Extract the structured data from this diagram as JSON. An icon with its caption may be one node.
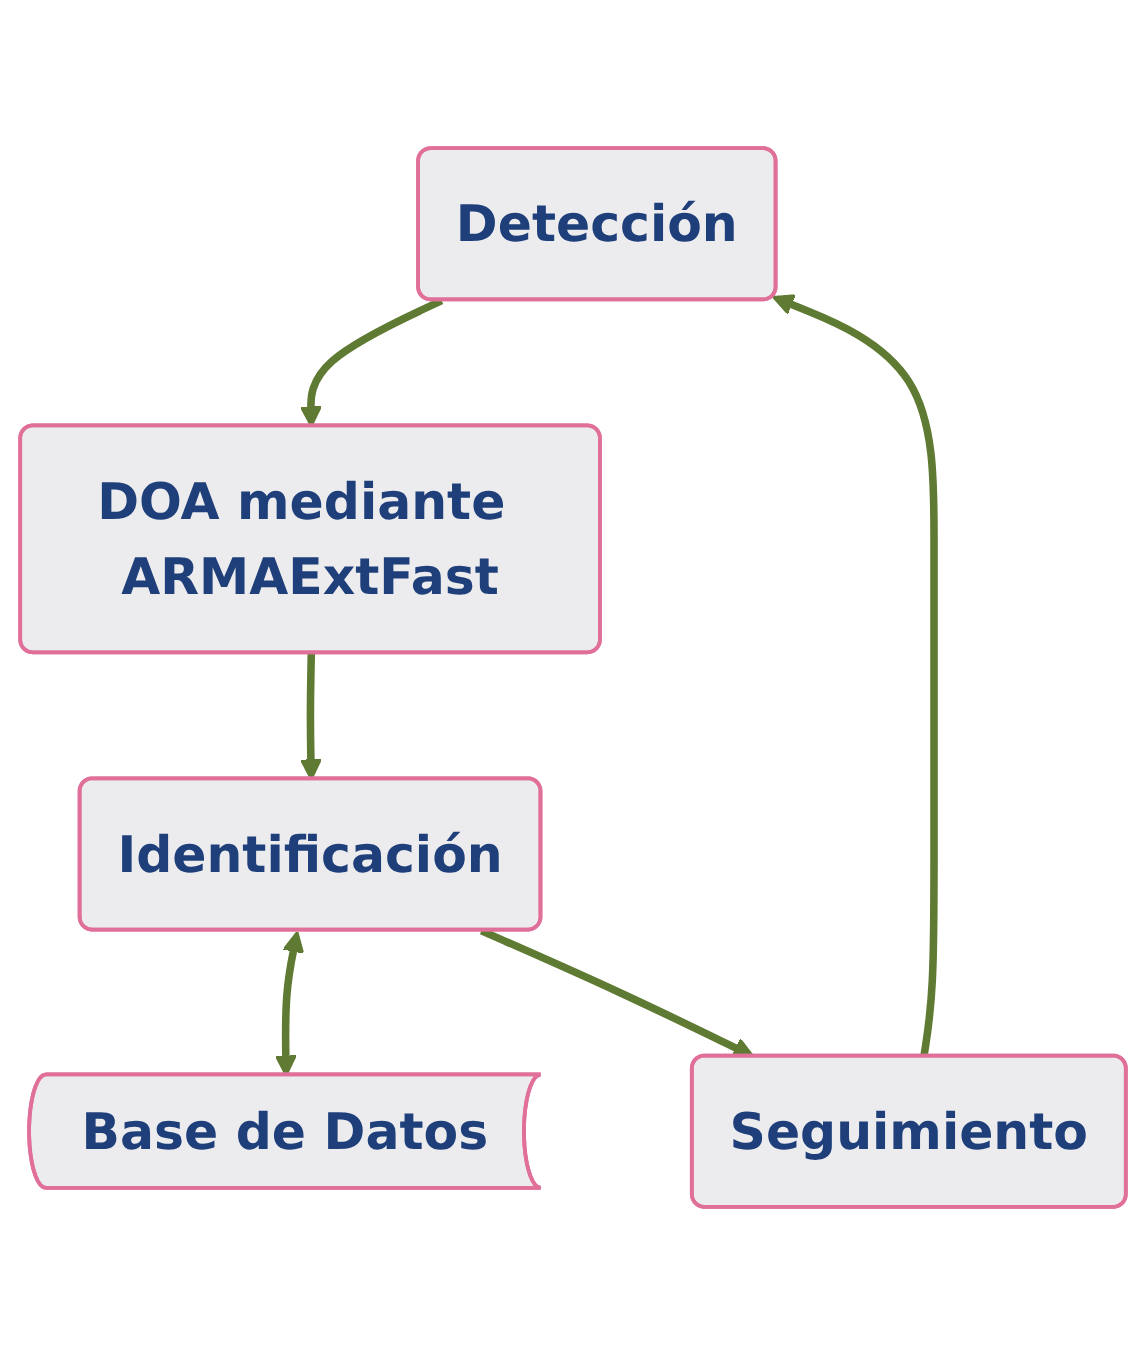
{
  "diagram": {
    "nodes": [
      {
        "text": [
          "Detección"
        ]
      },
      {
        "text": [
          "DOA mediante ARMAExtFast"
        ]
      },
      {
        "text": [
          "Identificación"
        ]
      },
      {
        "text": [
          "Base de Datos"
        ]
      },
      {
        "text": [
          "Seguimiento"
        ]
      }
    ],
    "edges": [
      {
        "from": 0,
        "to": 1,
        "arrow": "to"
      },
      {
        "from": 1,
        "to": 2,
        "arrow": "to"
      },
      {
        "from": 2,
        "to": 3,
        "arrow": "both"
      },
      {
        "from": 2,
        "to": 4,
        "arrow": "to"
      },
      {
        "from": 4,
        "to": 0,
        "arrow": "to"
      }
    ]
  }
}
